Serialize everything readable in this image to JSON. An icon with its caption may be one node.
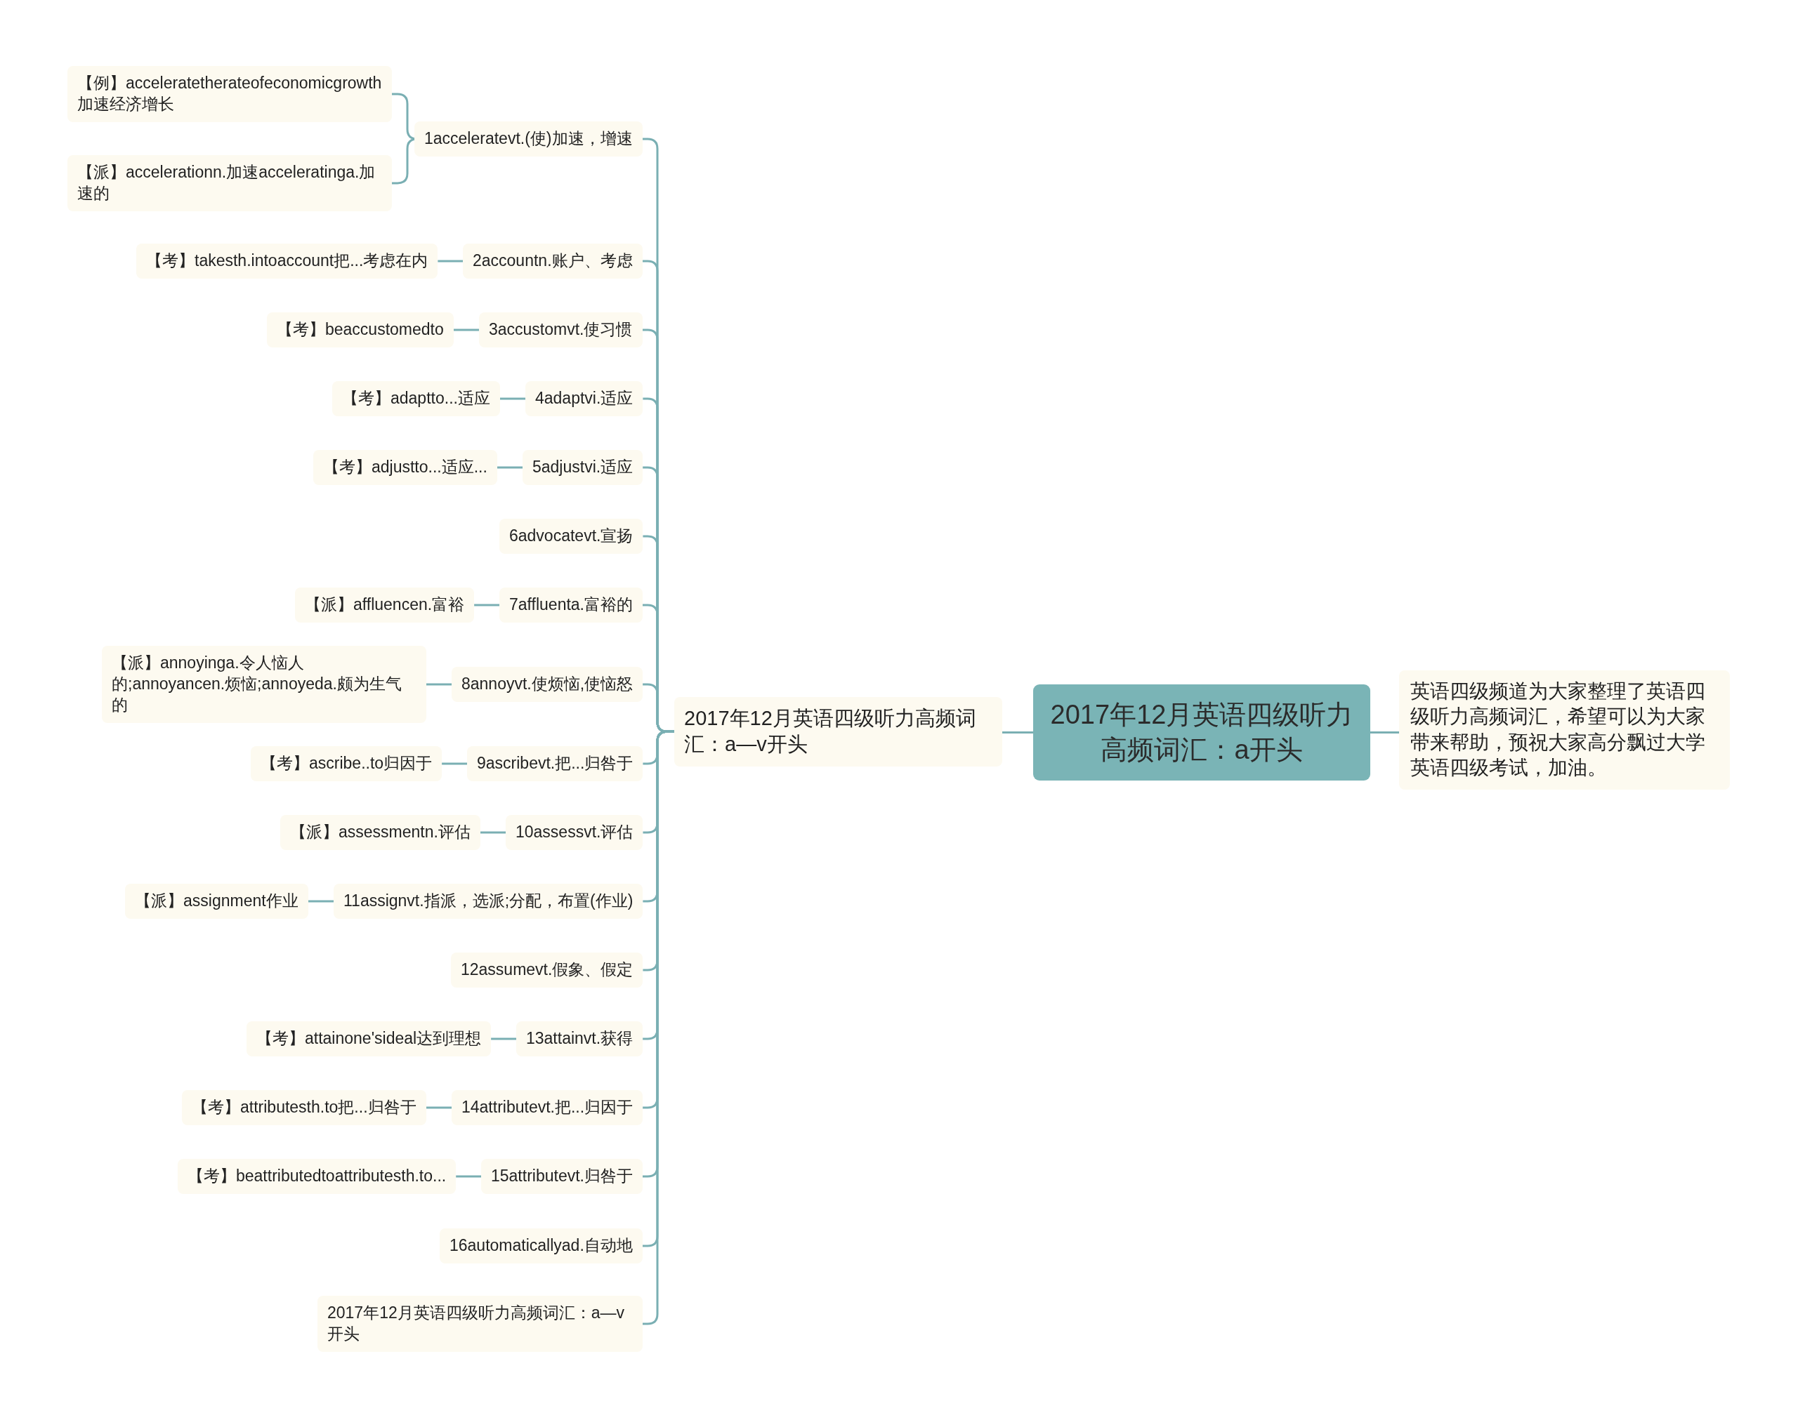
{
  "diagram": {
    "nodes": [
      {
        "text": [
          "2017年12月英语四级听力高频词汇：a开头"
        ]
      },
      {
        "text": [
          "英语四级频道为大家整理了英语四级听力高频词汇，希望可以为大家带来帮助，预祝大家高分飘过大学英语四级考试，加油。"
        ]
      },
      {
        "text": [
          "2017年12月英语四级听力高频词汇：a—v开头"
        ]
      },
      {
        "text": [
          "1acceleratevt.(使)加速，增速"
        ]
      },
      {
        "text": [
          "【例】acceleratetherateofeconomicgrowth加速经济增长"
        ]
      },
      {
        "text": [
          "【派】accelerationn.加速acceleratinga.加速的"
        ]
      },
      {
        "text": [
          "2accountn.账户、考虑"
        ]
      },
      {
        "text": [
          "【考】takesth.intoaccount把...考虑在内"
        ]
      },
      {
        "text": [
          "3accustomvt.使习惯"
        ]
      },
      {
        "text": [
          "【考】beaccustomedto"
        ]
      },
      {
        "text": [
          "4adaptvi.适应"
        ]
      },
      {
        "text": [
          "【考】adaptto...适应"
        ]
      },
      {
        "text": [
          "5adjustvi.适应"
        ]
      },
      {
        "text": [
          "【考】adjustto...适应..."
        ]
      },
      {
        "text": [
          "6advocatevt.宣扬"
        ]
      },
      {
        "text": [
          "7affluenta.富裕的"
        ]
      },
      {
        "text": [
          "【派】affluencen.富裕"
        ]
      },
      {
        "text": [
          "8annoyvt.使烦恼,使恼怒"
        ]
      },
      {
        "text": [
          "【派】annoyinga.令人恼人的;annoyancen.烦恼;annoyeda.颇为生气的"
        ]
      },
      {
        "text": [
          "9ascribevt.把...归咎于"
        ]
      },
      {
        "text": [
          "【考】ascribe..to归因于"
        ]
      },
      {
        "text": [
          "10assessvt.评估"
        ]
      },
      {
        "text": [
          "【派】assessmentn.评估"
        ]
      },
      {
        "text": [
          "11assignvt.指派，选派;分配，布置(作业)"
        ]
      },
      {
        "text": [
          "【派】assignment作业"
        ]
      },
      {
        "text": [
          "12assumevt.假象、假定"
        ]
      },
      {
        "text": [
          "13attainvt.获得"
        ]
      },
      {
        "text": [
          "【考】attainone'sideal达到理想"
        ]
      },
      {
        "text": [
          "14attributevt.把...归因于"
        ]
      },
      {
        "text": [
          "【考】attributesth.to把...归咎于"
        ]
      },
      {
        "text": [
          "15attributevt.归咎于"
        ]
      },
      {
        "text": [
          "【考】beattributedtoattributesth.to..."
        ]
      },
      {
        "text": [
          "16automaticallyad.自动地"
        ]
      },
      {
        "text": [
          "2017年12月英语四级听力高频词汇：a—v开头"
        ]
      }
    ],
    "edges": [
      {
        "from": 0,
        "to": 1,
        "arrow": "none"
      },
      {
        "from": 0,
        "to": 2,
        "arrow": "none"
      },
      {
        "from": 2,
        "to": 3,
        "arrow": "none"
      },
      {
        "from": 3,
        "to": 4,
        "arrow": "none"
      },
      {
        "from": 3,
        "to": 5,
        "arrow": "none"
      },
      {
        "from": 2,
        "to": 6,
        "arrow": "none"
      },
      {
        "from": 6,
        "to": 7,
        "arrow": "none"
      },
      {
        "from": 2,
        "to": 8,
        "arrow": "none"
      },
      {
        "from": 8,
        "to": 9,
        "arrow": "none"
      },
      {
        "from": 2,
        "to": 10,
        "arrow": "none"
      },
      {
        "from": 10,
        "to": 11,
        "arrow": "none"
      },
      {
        "from": 2,
        "to": 12,
        "arrow": "none"
      },
      {
        "from": 12,
        "to": 13,
        "arrow": "none"
      },
      {
        "from": 2,
        "to": 14,
        "arrow": "none"
      },
      {
        "from": 2,
        "to": 15,
        "arrow": "none"
      },
      {
        "from": 15,
        "to": 16,
        "arrow": "none"
      },
      {
        "from": 2,
        "to": 17,
        "arrow": "none"
      },
      {
        "from": 17,
        "to": 18,
        "arrow": "none"
      },
      {
        "from": 2,
        "to": 19,
        "arrow": "none"
      },
      {
        "from": 19,
        "to": 20,
        "arrow": "none"
      },
      {
        "from": 2,
        "to": 21,
        "arrow": "none"
      },
      {
        "from": 21,
        "to": 22,
        "arrow": "none"
      },
      {
        "from": 2,
        "to": 23,
        "arrow": "none"
      },
      {
        "from": 23,
        "to": 24,
        "arrow": "none"
      },
      {
        "from": 2,
        "to": 25,
        "arrow": "none"
      },
      {
        "from": 2,
        "to": 26,
        "arrow": "none"
      },
      {
        "from": 26,
        "to": 27,
        "arrow": "none"
      },
      {
        "from": 2,
        "to": 28,
        "arrow": "none"
      },
      {
        "from": 28,
        "to": 29,
        "arrow": "none"
      },
      {
        "from": 2,
        "to": 30,
        "arrow": "none"
      },
      {
        "from": 30,
        "to": 31,
        "arrow": "none"
      },
      {
        "from": 2,
        "to": 32,
        "arrow": "none"
      },
      {
        "from": 2,
        "to": 33,
        "arrow": "none"
      }
    ]
  }
}
